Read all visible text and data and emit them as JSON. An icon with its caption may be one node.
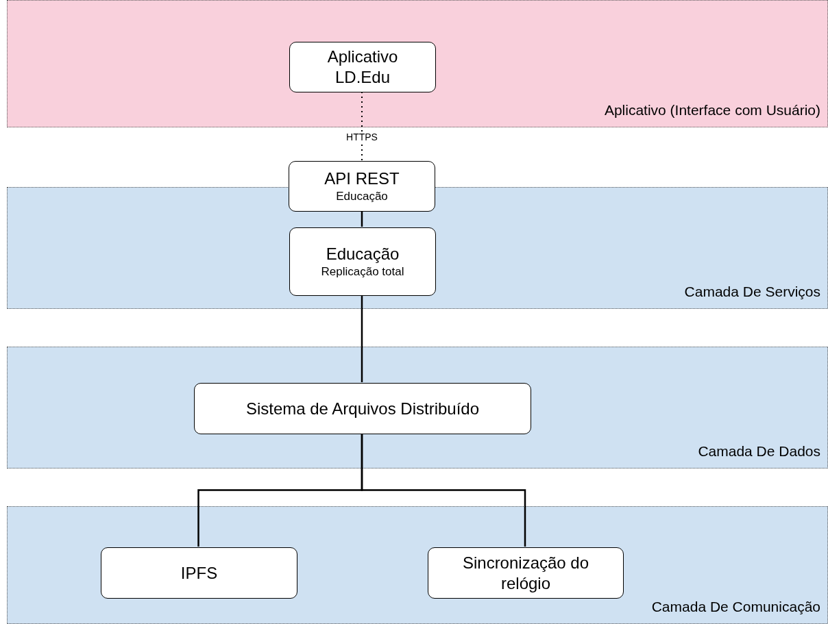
{
  "diagram": {
    "nodes": [
      {
        "text": [
          "Aplicativo (Interface com Usuário)"
        ]
      },
      {
        "text": [
          "Aplicativo LD.Edu"
        ],
        "in": 0
      },
      {
        "text": [
          "API REST",
          "Educação"
        ]
      },
      {
        "text": [
          "Camada De Serviços"
        ]
      },
      {
        "text": [
          "Educação",
          "Replicação total"
        ],
        "in": 3
      },
      {
        "text": [
          "Camada De Dados"
        ]
      },
      {
        "text": [
          "Sistema de Arquivos Distribuído"
        ],
        "in": 5
      },
      {
        "text": [
          "Camada De Comunicação"
        ]
      },
      {
        "text": [
          "IPFS"
        ],
        "in": 7
      },
      {
        "text": [
          "Sincronização do relógio"
        ],
        "in": 7
      }
    ],
    "edges": [
      {
        "from": 1,
        "to": 2,
        "arrow": "none",
        "label": "HTTPS",
        "style": "dashed"
      },
      {
        "from": 2,
        "to": 4,
        "arrow": "none"
      },
      {
        "from": 4,
        "to": 6,
        "arrow": "none"
      },
      {
        "from": 6,
        "to": 8,
        "arrow": "none"
      },
      {
        "from": 6,
        "to": 9,
        "arrow": "none"
      }
    ]
  }
}
